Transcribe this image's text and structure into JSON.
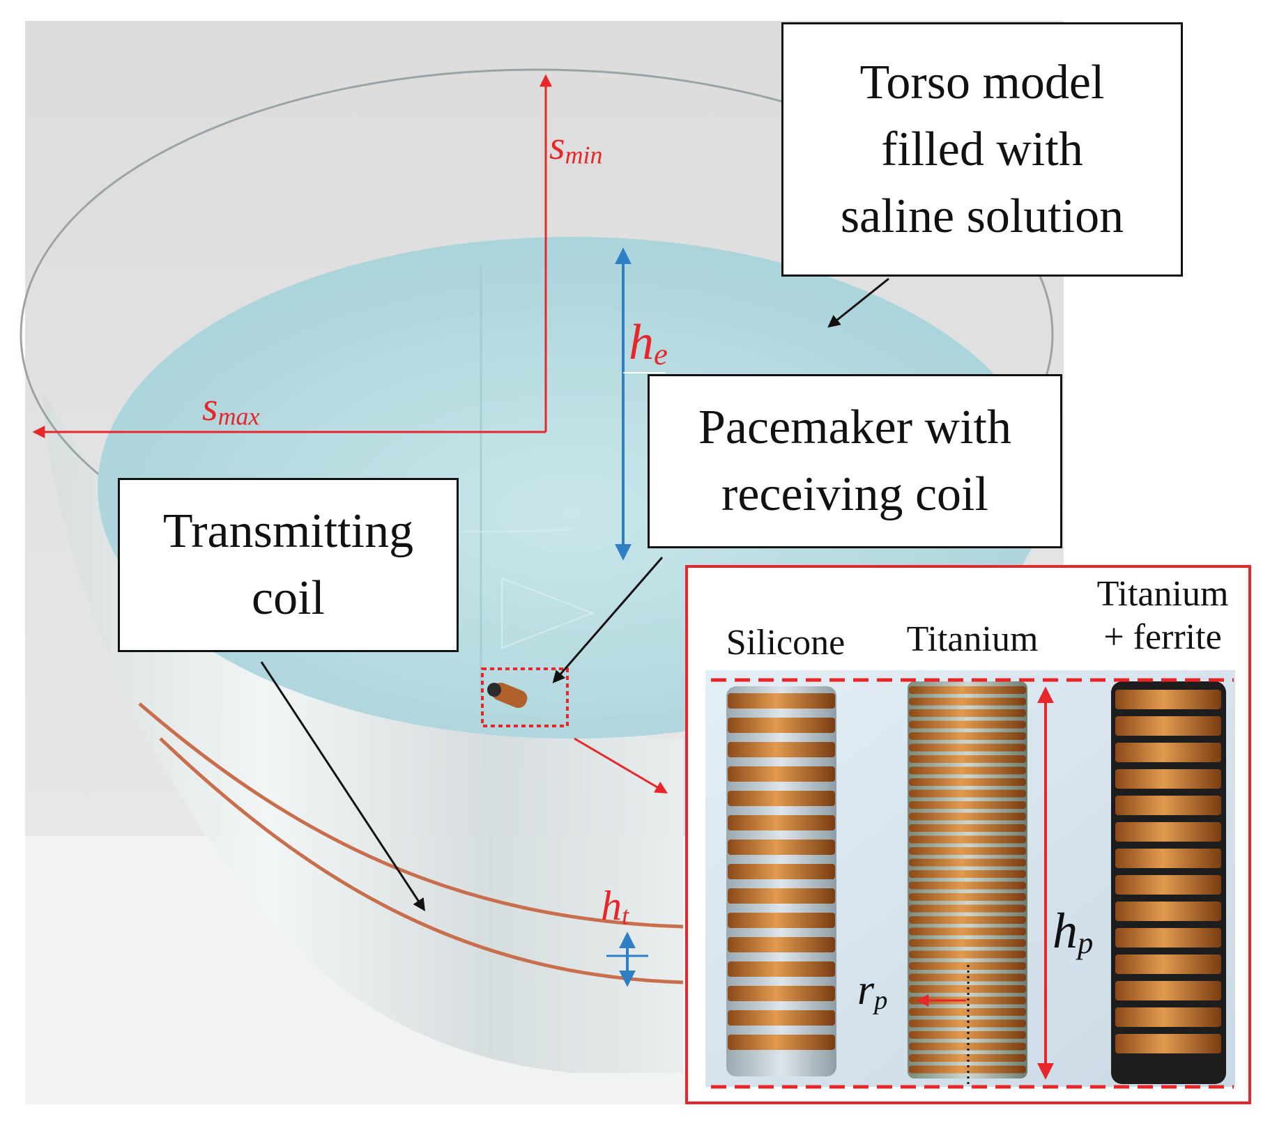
{
  "callouts": {
    "torso": [
      "Torso model",
      "filled with",
      "saline solution"
    ],
    "pacemaker": [
      "Pacemaker with",
      "receiving coil"
    ],
    "transmitting": [
      "Transmitting",
      "coil"
    ]
  },
  "dimensions": {
    "s_min": {
      "base": "s",
      "sub": "min"
    },
    "s_max": {
      "base": "s",
      "sub": "max"
    },
    "h_e": {
      "base": "h",
      "sub": "e"
    },
    "h_t": {
      "base": "h",
      "sub": "t"
    },
    "h_p": {
      "base": "h",
      "sub": "p"
    },
    "r_p": {
      "base": "r",
      "sub": "p"
    }
  },
  "inset": {
    "samples": [
      {
        "label": [
          "Silicone"
        ]
      },
      {
        "label": [
          "Titanium"
        ]
      },
      {
        "label": [
          "Titanium",
          "+ ferrite"
        ]
      }
    ]
  },
  "colors": {
    "red_annotation": "#e8262a",
    "blue_annotation": "#2f7fc4",
    "saline": "#bfe0e6",
    "copper": "#c7782f",
    "ferrite": "#1a1a1a"
  }
}
